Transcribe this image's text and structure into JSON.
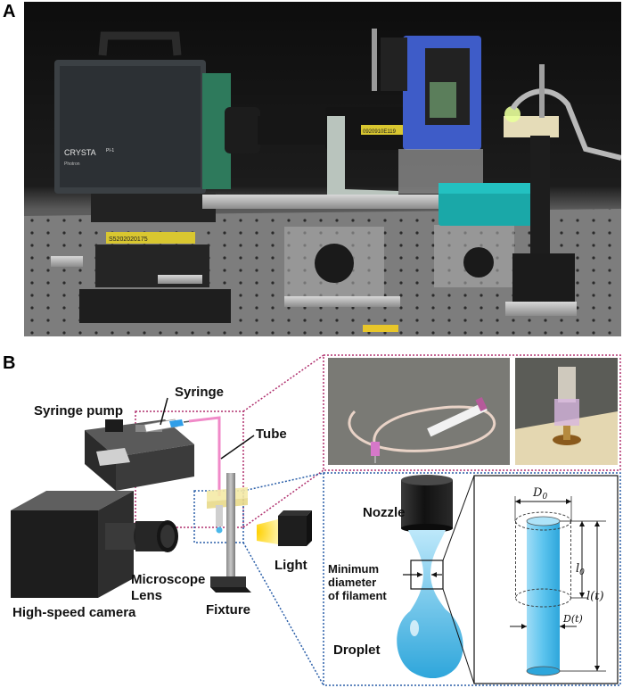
{
  "panels": {
    "a_letter": "A",
    "b_letter": "B"
  },
  "photo_a": {
    "camera_brand": "CRYSTA",
    "camera_brand_sub": "PI-1",
    "camera_maker": "Photron",
    "lens_sticker": "0920910E119",
    "stage_sticker": "S5202020175"
  },
  "diagram_b": {
    "syringe_pump": "Syringe pump",
    "syringe": "Syringe",
    "tube": "Tube",
    "microscope_lens": "Microscope\nLens",
    "light": "Light",
    "high_speed_camera": "High-speed camera",
    "fixture": "Fixture",
    "nozzle": "Nozzle",
    "minimum_diameter": "Minimum\ndiameter\nof filament",
    "droplet": "Droplet",
    "d0": "D",
    "d0_sub": "0",
    "l0": "l",
    "l0_sub": "0",
    "lt": "l(t)",
    "dt": "D(t)"
  },
  "colors": {
    "magenta_box": "#b0306e",
    "blue_box": "#2a5ea8",
    "liquid_blue": "#5cc4ee",
    "tube_pink": "#f08ac8",
    "light_yellow": "#ffd000"
  }
}
